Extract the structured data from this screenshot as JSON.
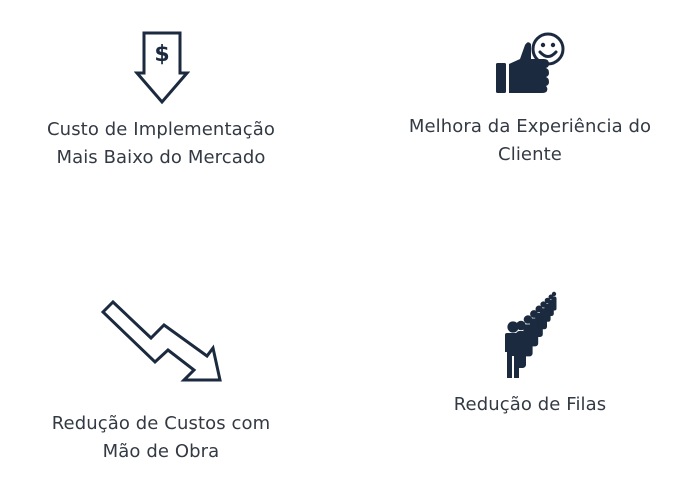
{
  "benefits": [
    {
      "icon": "dollar-down-arrow-icon",
      "line1": "Custo de Implementação",
      "line2": "Mais Baixo do Mercado"
    },
    {
      "icon": "thumbs-up-smiley-icon",
      "line1": "Melhora da Experiência do",
      "line2": "Cliente"
    },
    {
      "icon": "decreasing-trend-arrow-icon",
      "line1": "Redução de Custos com",
      "line2": "Mão de Obra"
    },
    {
      "icon": "people-queue-icon",
      "line1": "Redução de Filas"
    }
  ],
  "colors": {
    "icon": "#1b2a3f",
    "text": "#333a44",
    "background": "#ffffff"
  }
}
